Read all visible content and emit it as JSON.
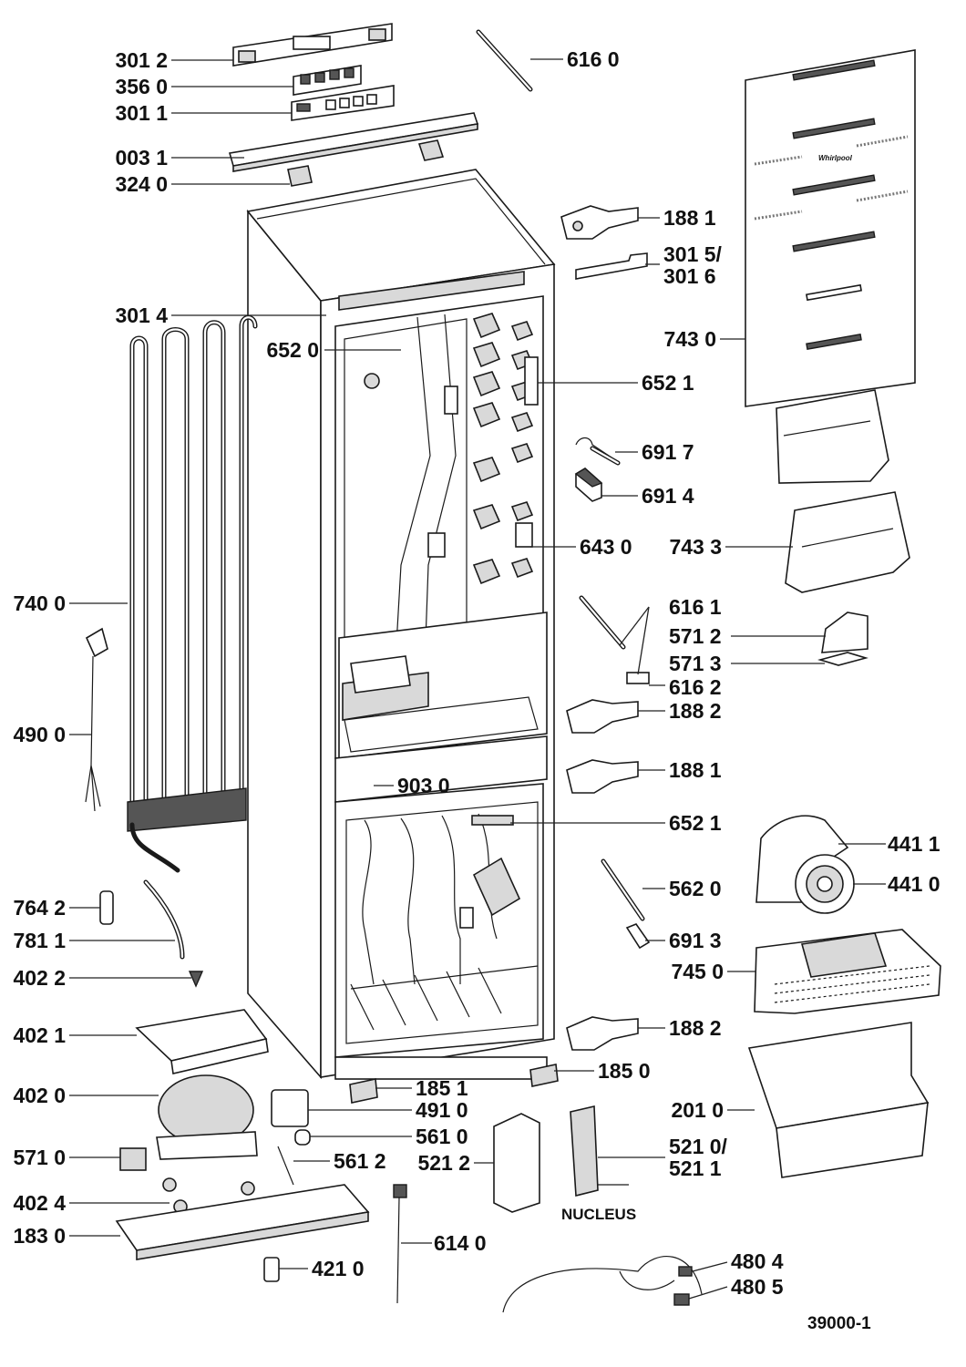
{
  "diagram_id": "39000-1",
  "nucleus_label": "NUCLEUS",
  "brand_on_door": "Whirlpool",
  "labels": {
    "p3012": "301 2",
    "p3560": "356 0",
    "p3011": "301 1",
    "p0031": "003 1",
    "p3240": "324 0",
    "p3014": "301 4",
    "p6520": "652 0",
    "p7400": "740 0",
    "p4900": "490 0",
    "p7642": "764 2",
    "p7811": "781 1",
    "p4022": "402 2",
    "p4021": "402 1",
    "p4020": "402 0",
    "p5710": "571 0",
    "p4024": "402 4",
    "p1830": "183 0",
    "p4210": "421 0",
    "p6160": "616 0",
    "p1881a": "188 1",
    "p3015": "301 5/",
    "p3016": "301 6",
    "p7430": "743 0",
    "p6521a": "652 1",
    "p6917": "691 7",
    "p6914": "691 4",
    "p6430": "643 0",
    "p7433": "743 3",
    "p6161": "616 1",
    "p5712": "571 2",
    "p5713": "571 3",
    "p6162": "616 2",
    "p1882a": "188 2",
    "p1881b": "188 1",
    "p9030": "903 0",
    "p6521b": "652 1",
    "p4411": "441 1",
    "p4410": "441 0",
    "p5620": "562 0",
    "p6913": "691 3",
    "p7450": "745 0",
    "p1882b": "188 2",
    "p1850": "185 0",
    "p1851": "185 1",
    "p4910": "491 0",
    "p5610": "561 0",
    "p5612": "561 2",
    "p5212": "521 2",
    "p2010": "201 0",
    "p5210": "521 0/",
    "p5211": "521 1",
    "p6140": "614 0",
    "p4804": "480 4",
    "p4805": "480 5"
  }
}
